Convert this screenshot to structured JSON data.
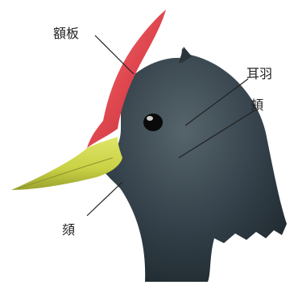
{
  "labels": {
    "frontal_plate": "額板",
    "ear_coverts": "耳羽",
    "cheek": "頬",
    "chin": "頦"
  },
  "colors": {
    "frontal_plate": "#e0474f",
    "beak": "#c9d144",
    "head": "#2f3b40",
    "eye": "#0a0a0a",
    "leader_line": "#222222",
    "background": "#ffffff"
  }
}
